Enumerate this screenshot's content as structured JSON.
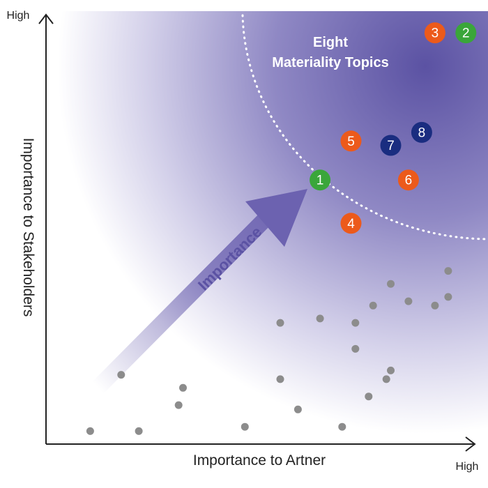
{
  "chart_data": {
    "type": "scatter",
    "title": "Eight Materiality Topics",
    "title_lines": [
      "Eight",
      "Materiality Topics"
    ],
    "xlabel": "Importance to Artner",
    "ylabel": "Importance to Stakeholders",
    "x_high_label": "High",
    "y_high_label": "High",
    "arrow_label": "Importance",
    "grid": false,
    "xlim": [
      0,
      100
    ],
    "ylim": [
      0,
      100
    ],
    "topics": [
      {
        "label": "1",
        "x": 62,
        "y": 61,
        "color": "#3aa63a"
      },
      {
        "label": "2",
        "x": 95,
        "y": 95,
        "color": "#3aa63a"
      },
      {
        "label": "3",
        "x": 88,
        "y": 95,
        "color": "#ec5a1b"
      },
      {
        "label": "4",
        "x": 69,
        "y": 51,
        "color": "#ec5a1b"
      },
      {
        "label": "5",
        "x": 69,
        "y": 70,
        "color": "#ec5a1b"
      },
      {
        "label": "6",
        "x": 82,
        "y": 61,
        "color": "#ec5a1b"
      },
      {
        "label": "7",
        "x": 78,
        "y": 69,
        "color": "#1a2d80"
      },
      {
        "label": "8",
        "x": 85,
        "y": 72,
        "color": "#1a2d80"
      }
    ],
    "other_points": [
      [
        10,
        3
      ],
      [
        17,
        16
      ],
      [
        21,
        3
      ],
      [
        30,
        9
      ],
      [
        31,
        13
      ],
      [
        45,
        4
      ],
      [
        53,
        28
      ],
      [
        53,
        15
      ],
      [
        57,
        8
      ],
      [
        62,
        29
      ],
      [
        67,
        4
      ],
      [
        70,
        22
      ],
      [
        70,
        28
      ],
      [
        73,
        11
      ],
      [
        74,
        32
      ],
      [
        77,
        15
      ],
      [
        78,
        17
      ],
      [
        78,
        37
      ],
      [
        82,
        33
      ],
      [
        88,
        32
      ],
      [
        91,
        34
      ],
      [
        91,
        40
      ]
    ],
    "colors": {
      "gradient_dark": "#5b52a3",
      "gradient_light": "#ffffff",
      "other_points": "#8c8c8c",
      "axis": "#222222",
      "arrow": "#6c62b0",
      "highlight_ring": "#ffffff"
    }
  }
}
